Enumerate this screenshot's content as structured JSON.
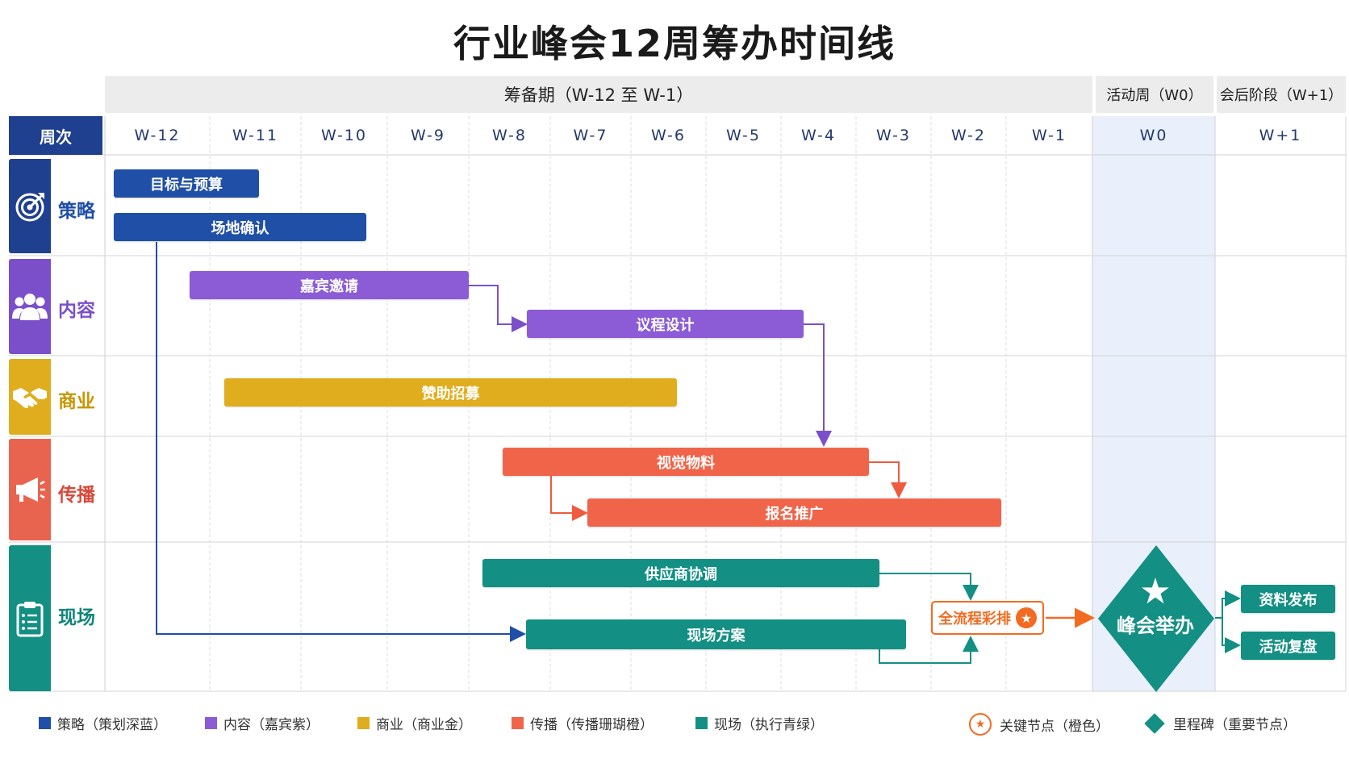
{
  "title": "行业峰会12周筹办时间线",
  "phases": [
    {
      "label": "筹备期（W-12 至 W-1）"
    },
    {
      "label": "活动周（W0）"
    },
    {
      "label": "会后阶段（W+1）"
    }
  ],
  "corner_label": "周次",
  "weeks": [
    "W-12",
    "W-11",
    "W-10",
    "W-9",
    "W-8",
    "W-7",
    "W-6",
    "W-5",
    "W-4",
    "W-3",
    "W-2",
    "W-1",
    "W0",
    "W+1"
  ],
  "lanes": [
    {
      "label": "策略",
      "icon": "target-icon",
      "color": "#1f3f8f",
      "tint": "#1f4fa6"
    },
    {
      "label": "内容",
      "icon": "users-icon",
      "color": "#7b4fc9",
      "tint": "#7b4fc9"
    },
    {
      "label": "商业",
      "icon": "handshake-icon",
      "color": "#e0ad1e",
      "tint": "#c99700"
    },
    {
      "label": "传播",
      "icon": "megaphone-icon",
      "color": "#e8644f",
      "tint": "#d9473a"
    },
    {
      "label": "现场",
      "icon": "clipboard-icon",
      "color": "#138f84",
      "tint": "#10867a"
    }
  ],
  "tasks": [
    {
      "label": "目标与预算",
      "lane": "策略"
    },
    {
      "label": "场地确认",
      "lane": "策略"
    },
    {
      "label": "嘉宾邀请",
      "lane": "内容"
    },
    {
      "label": "议程设计",
      "lane": "内容"
    },
    {
      "label": "赞助招募",
      "lane": "商业"
    },
    {
      "label": "视觉物料",
      "lane": "传播"
    },
    {
      "label": "报名推广",
      "lane": "传播"
    },
    {
      "label": "供应商协调",
      "lane": "现场"
    },
    {
      "label": "现场方案",
      "lane": "现场"
    },
    {
      "label": "资料发布",
      "lane": "现场"
    },
    {
      "label": "活动复盘",
      "lane": "现场"
    }
  ],
  "key_node": {
    "label": "全流程彩排",
    "icon": "star-icon",
    "color": "#f26b21"
  },
  "milestone": {
    "label": "峰会举办",
    "icon": "star-icon",
    "color": "#138f84"
  },
  "legend": [
    {
      "label": "策略（策划深蓝）",
      "color": "#1f4fa6"
    },
    {
      "label": "内容（嘉宾紫）",
      "color": "#8b5cd6"
    },
    {
      "label": "商业（商业金）",
      "color": "#e0ad1e"
    },
    {
      "label": "传播（传播珊瑚橙）",
      "color": "#f0654a"
    },
    {
      "label": "现场（执行青绿）",
      "color": "#138f84"
    },
    {
      "label": "关键节点（橙色）",
      "icon": "star-circle-icon"
    },
    {
      "label": "里程碑（重要节点）",
      "icon": "diamond-icon"
    }
  ]
}
